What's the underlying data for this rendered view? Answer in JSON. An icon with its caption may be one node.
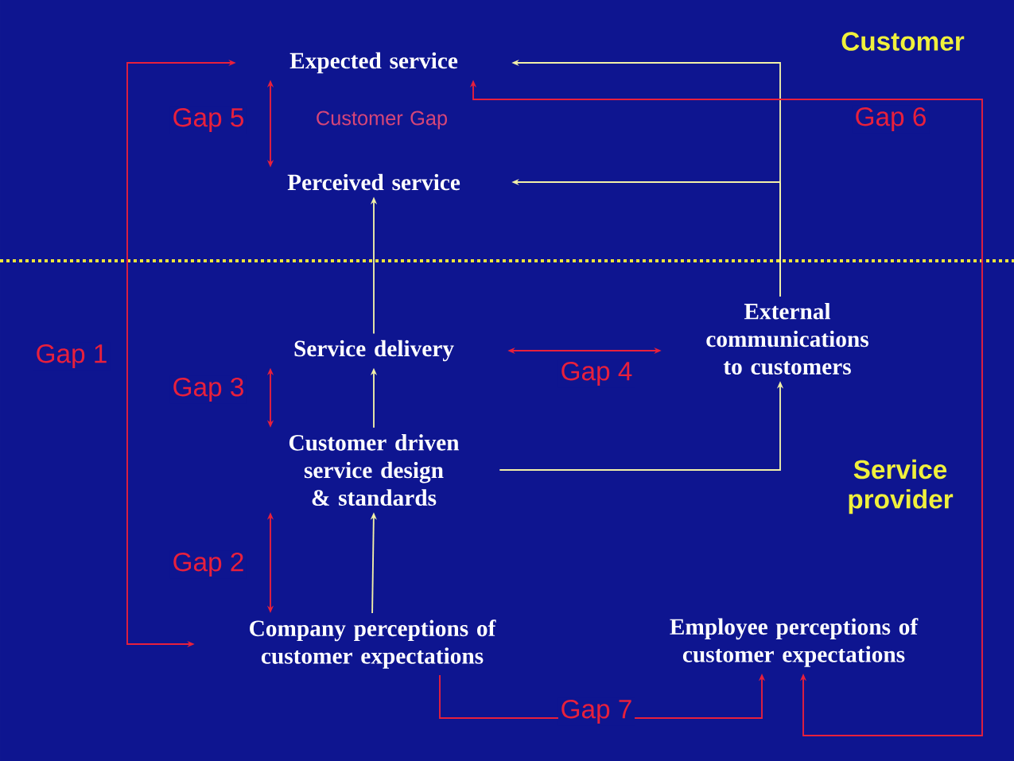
{
  "diagram": {
    "nodes": [
      {
        "text": [
          "Expected service"
        ]
      },
      {
        "text": [
          "Perceived service"
        ]
      },
      {
        "text": [
          "External communications to customers"
        ]
      },
      {
        "text": [
          "Service delivery"
        ]
      },
      {
        "text": [
          "Customer driven service design & standards"
        ]
      },
      {
        "text": [
          "Company perceptions of customer expectations"
        ]
      },
      {
        "text": [
          "Employee perceptions of customer expectations"
        ]
      }
    ],
    "edges": [
      {
        "from": 2,
        "to": 0,
        "arrow": "to",
        "color": "#f2f0a8"
      },
      {
        "from": 2,
        "to": 1,
        "arrow": "to",
        "color": "#f2f0a8"
      },
      {
        "from": 3,
        "to": 1,
        "arrow": "to",
        "color": "#f2f0a8"
      },
      {
        "from": 4,
        "to": 3,
        "arrow": "to",
        "color": "#f2f0a8"
      },
      {
        "from": 5,
        "to": 4,
        "arrow": "to",
        "color": "#f2f0a8"
      },
      {
        "from": 4,
        "to": 2,
        "arrow": "to",
        "color": "#f2f0a8"
      },
      {
        "from": 5,
        "to": 0,
        "arrow": "both",
        "label": "Gap 1"
      },
      {
        "from": 0,
        "to": 1,
        "arrow": "both",
        "label": "Gap 5"
      },
      {
        "from": 3,
        "to": 4,
        "arrow": "both",
        "label": "Gap 3"
      },
      {
        "from": 4,
        "to": 5,
        "arrow": "both",
        "label": "Gap 2"
      },
      {
        "from": 3,
        "to": 2,
        "arrow": "both",
        "label": "Gap 4"
      },
      {
        "from": 6,
        "to": 0,
        "arrow": "both",
        "label": "Gap 6"
      },
      {
        "from": 5,
        "to": 6,
        "arrow": "to",
        "label": "Gap 7"
      }
    ],
    "labels": [
      "Customer",
      "Customer Gap",
      "Service provider"
    ]
  }
}
